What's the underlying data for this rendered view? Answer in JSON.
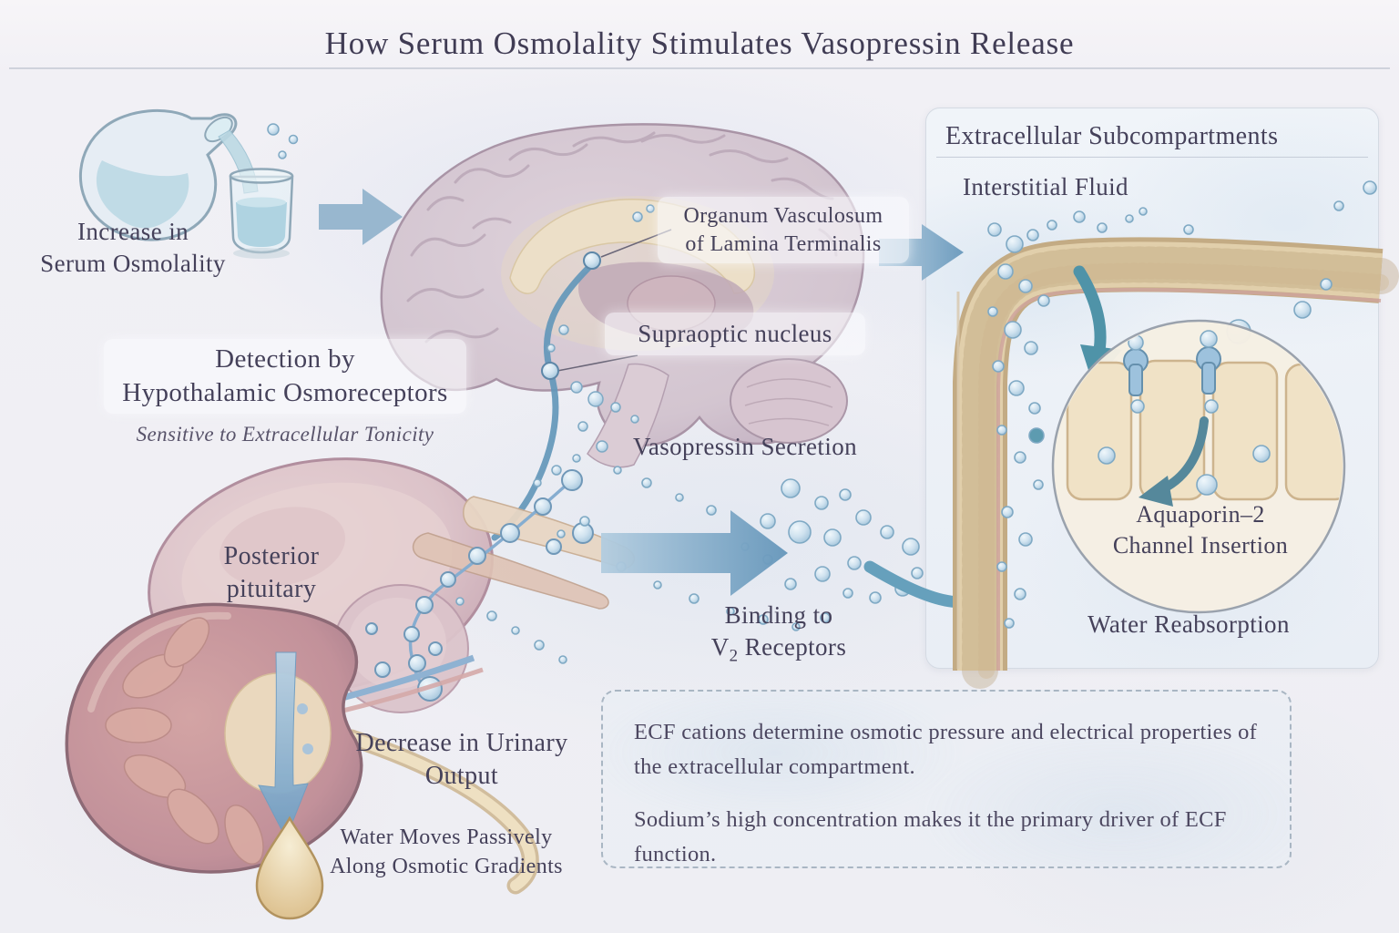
{
  "title": "How Serum Osmolality Stimulates Vasopressin Release",
  "left_flow": {
    "increase_line1": "Increase in",
    "increase_line2": "Serum Osmolality",
    "detection_line1": "Detection by",
    "detection_line2": "Hypothalamic Osmoreceptors",
    "detection_subtitle": "Sensitive to Extracellular Tonicity",
    "posterior_line1": "Posterior",
    "posterior_line2": "pituitary",
    "decrease_line1": "Decrease in Urinary",
    "decrease_line2": "Output",
    "water_moves_line1": "Water Moves Passively",
    "water_moves_line2": "Along Osmotic Gradients"
  },
  "brain_labels": {
    "ovlt_line1": "Organum Vasculosum",
    "ovlt_line2": "of Lamina Terminalis",
    "supraoptic": "Supraoptic nucleus",
    "vasopressin_secretion": "Vasopressin Secretion",
    "binding_line1": "Binding to",
    "binding_v": "V",
    "binding_sub": "2",
    "binding_rest": " Receptors"
  },
  "panel": {
    "header": "Extracellular Subcompartments",
    "interstitial_fluid": "Interstitial Fluid",
    "aquaporin_line1": "Aquaporin–2",
    "aquaporin_line2": "Channel Insertion",
    "water_reabsorption": "Water Reabsorption"
  },
  "infobox": {
    "p1": "ECF cations determine osmotic pressure and electrical properties of the extracellular compartment.",
    "p2": "Sodium’s high concentration makes it the primary driver of ECF function."
  },
  "icons": {
    "pouring_flask": "pouring-flask-icon",
    "water_glass": "water-glass-icon",
    "flow_arrow": "flow-arrow-icon",
    "brain": "brain-illustration",
    "pituitary": "posterior-pituitary-illustration",
    "kidney": "kidney-illustration",
    "water_droplet": "water-droplet-icon",
    "urine_droplet": "urine-droplet-icon",
    "vessel_wall": "capillary-wall-illustration",
    "aquaporin_inset": "aquaporin-inset-circle"
  },
  "colors": {
    "text": "#45415a",
    "arrow_blue": "#6fa0c2",
    "teal_arrow": "#4a8d9d",
    "droplet_rim": "#7fa9c4",
    "vessel_tan": "#dcc6a0",
    "panel_bg": "#edf2f7",
    "urine_amber": "#ddbf8a"
  }
}
